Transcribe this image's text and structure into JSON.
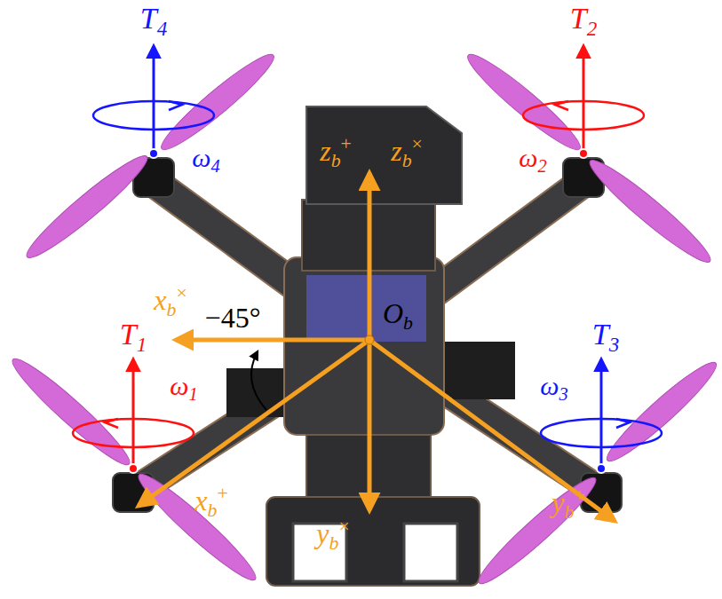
{
  "diagram": {
    "labels": [
      "T4",
      "T2",
      "zb+",
      "zb×",
      "ω4",
      "ω2",
      "xb×",
      "−45°",
      "Ob",
      "T1",
      "T3",
      "ω1",
      "ω3",
      "xb+",
      "yb×",
      "yb+"
    ]
  }
}
